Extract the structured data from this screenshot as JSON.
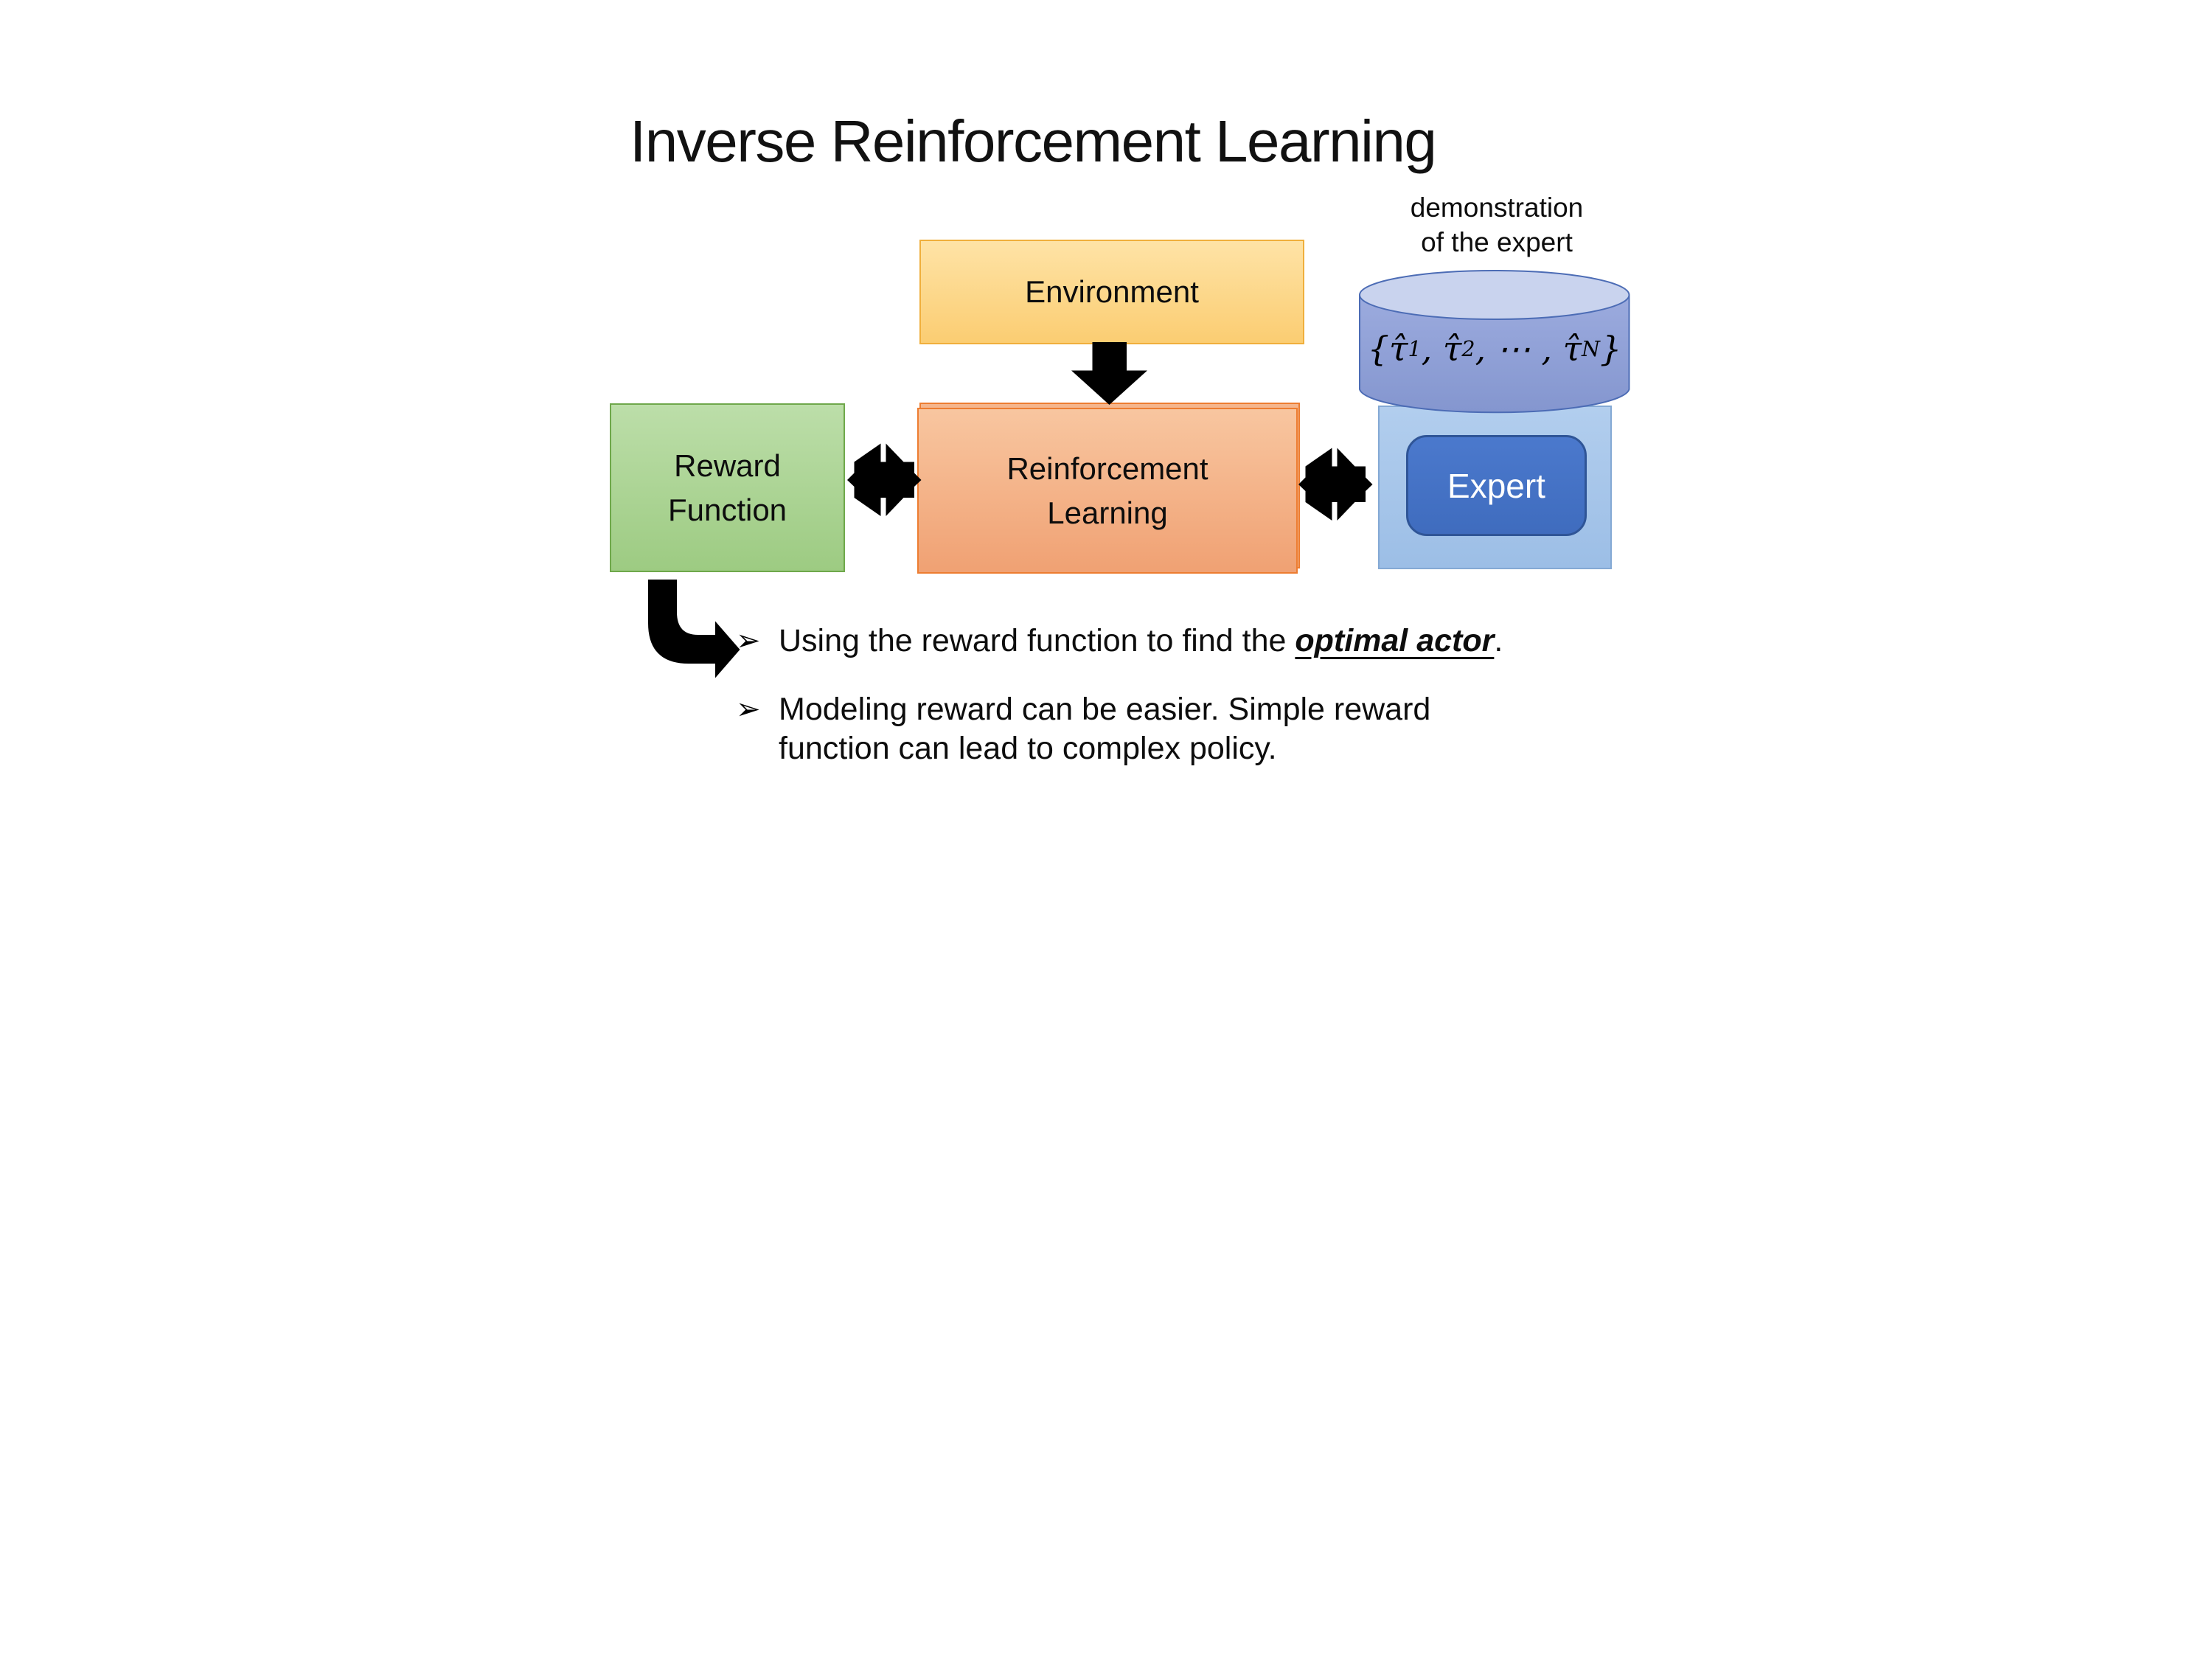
{
  "slide": {
    "title": "Inverse Reinforcement Learning",
    "annotation": {
      "line1": "demonstration",
      "line2": "of the expert"
    },
    "boxes": {
      "environment": "Environment",
      "reward_line1": "Reward",
      "reward_line2": "Function",
      "rl_line1": "Reinforcement",
      "rl_line2": "Learning",
      "expert": "Expert"
    },
    "formula": {
      "p1": "{τ̂",
      "s1": "1",
      "p2": ", τ̂",
      "s2": "2",
      "p3": ", ⋯ , τ̂",
      "s3": "N",
      "p4": "}"
    },
    "bullets": {
      "marker": "➢",
      "b1_pre": "Using the reward function to find the ",
      "b1_em": "optimal actor",
      "b1_post": ".",
      "b2_line1": "Modeling reward can be easier. Simple reward",
      "b2_line2": "function can lead to complex policy."
    },
    "icons": {
      "down_arrow": "down-arrow",
      "double_arrow": "left-right-double-arrow",
      "bent_arrow": "elbow-arrow",
      "cylinder": "database-cylinder"
    }
  },
  "colors": {
    "env_border": "#F0AF3C",
    "env_top": "#FEE3A6",
    "env_bottom": "#FBCD72",
    "green_border": "#6FA84B",
    "green_top": "#BCDEA9",
    "green_bottom": "#9DCB82",
    "orange_border": "#ED7D31",
    "orange_top": "#F8C6A0",
    "orange_bottom": "#F0A173",
    "orange_back": "#F5B68D",
    "panel_border": "#84A9D4",
    "panel_top": "#B2CEEE",
    "panel_bottom": "#9CBEE6",
    "cyl_stroke": "#4C6CB5",
    "cyl_top": "#C9D3EE",
    "cyl_body_top": "#9CABDE",
    "cyl_body_bottom": "#8496CF",
    "expert_border": "#2F5597",
    "expert_top": "#4B79CD",
    "expert_bottom": "#3F6CBE",
    "expert_text": "#FFFFFF",
    "ink": "#000000"
  }
}
